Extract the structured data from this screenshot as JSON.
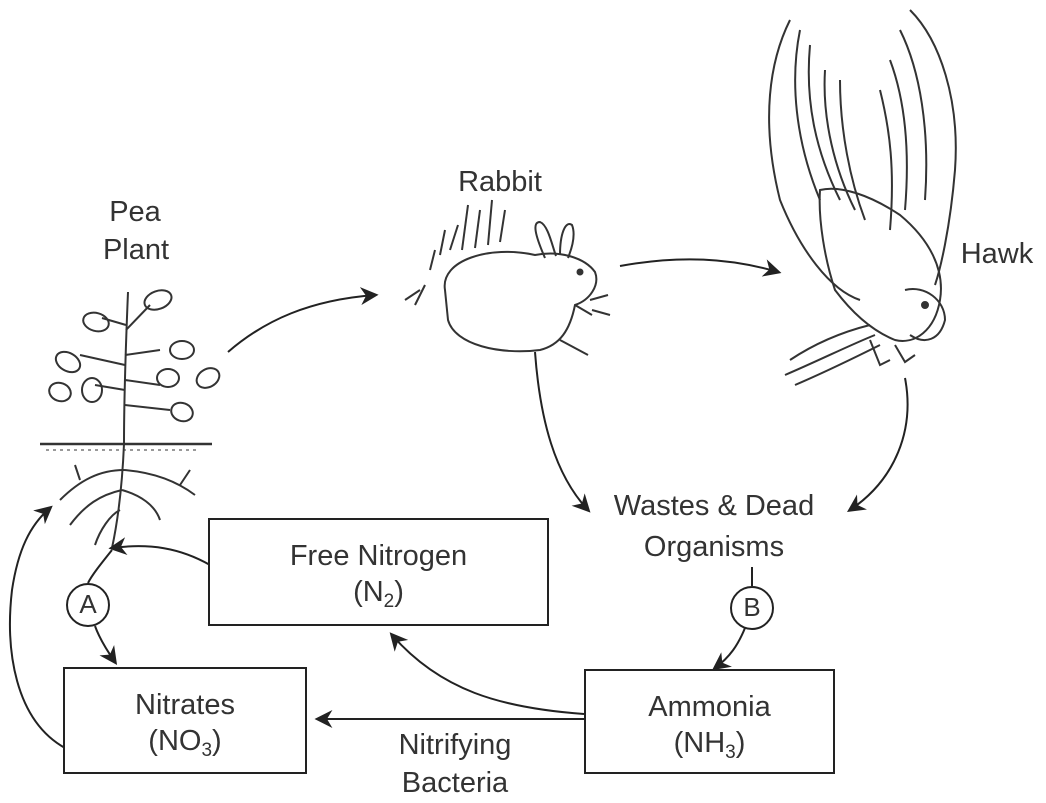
{
  "labels": {
    "pea": "Pea",
    "plant": "Plant",
    "rabbit": "Rabbit",
    "hawk": "Hawk",
    "wastes_line1": "Wastes & Dead",
    "wastes_line2": "Organisms",
    "nitrifying_line1": "Nitrifying",
    "nitrifying_line2": "Bacteria"
  },
  "boxes": {
    "free_nitrogen": {
      "name": "Free Nitrogen",
      "formula_prefix": "(N",
      "formula_sub": "2",
      "formula_suffix": ")"
    },
    "nitrates": {
      "name": "Nitrates",
      "formula_prefix": "(NO",
      "formula_sub": "3",
      "formula_suffix": ")"
    },
    "ammonia": {
      "name": "Ammonia",
      "formula_prefix": "(NH",
      "formula_sub": "3",
      "formula_suffix": ")"
    }
  },
  "markers": {
    "a": "A",
    "b": "B"
  }
}
